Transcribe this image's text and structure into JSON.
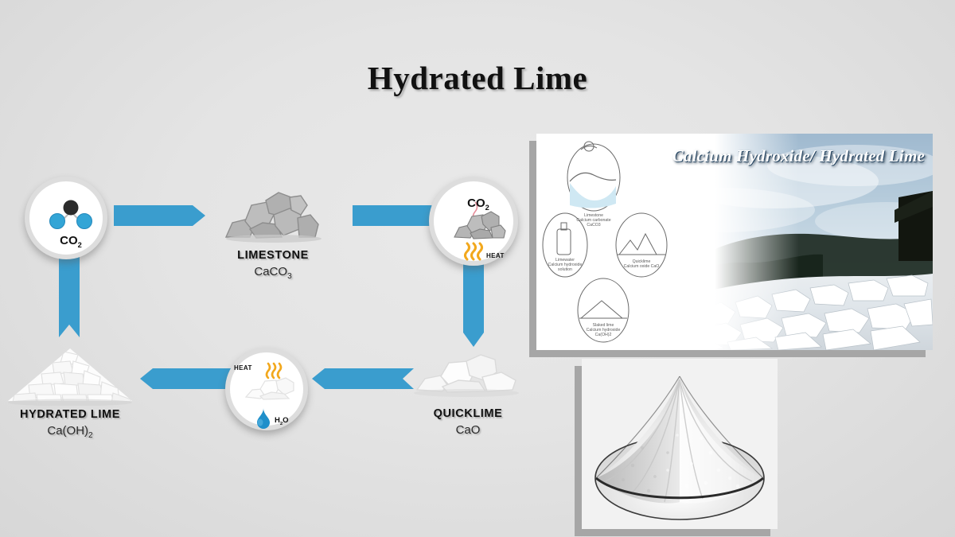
{
  "page": {
    "title": "Hydrated Lime",
    "background_color": "#e3e3e3",
    "accent_color": "#3a9dce"
  },
  "diagram": {
    "nodes": [
      {
        "id": "co2",
        "type": "circle",
        "label": "CO",
        "sub": "2",
        "icon": "co2-molecule-icon",
        "atom_colors": {
          "carbon": "#2b2b2b",
          "oxygen": "#33a5d6"
        }
      },
      {
        "id": "limestone",
        "type": "material",
        "name": "LIMESTONE",
        "formula": "CaCO",
        "formula_sub": "3",
        "icon": "gray-rocks-icon",
        "color": "#a8a8a8"
      },
      {
        "id": "calcination",
        "type": "circle",
        "label": "CO",
        "sub": "2",
        "heat_label": "HEAT",
        "icon": "kiln-heat-icon",
        "heat_color": "#f2a81d"
      },
      {
        "id": "quicklime",
        "type": "material",
        "name": "QUICKLIME",
        "formula": "CaO",
        "formula_sub": "",
        "icon": "white-rocks-icon",
        "color": "#f6f6f6"
      },
      {
        "id": "hydration",
        "type": "circle",
        "heat_label": "HEAT",
        "water_label": "H",
        "water_sub": "2",
        "water_label2": "O",
        "icon": "water-droplet-icon",
        "droplet_color": "#1f8fca"
      },
      {
        "id": "hydrated_lime",
        "type": "material",
        "name": "HYDRATED LIME",
        "formula": "Ca(OH)",
        "formula_sub": "2",
        "icon": "white-lime-pile-icon",
        "color": "#fbfbfb"
      }
    ],
    "arrows": [
      {
        "id": "co2-to-limestone",
        "direction": "right"
      },
      {
        "id": "limestone-to-calcination",
        "direction": "right"
      },
      {
        "id": "calcination-to-quicklime",
        "direction": "down"
      },
      {
        "id": "quicklime-to-hydration",
        "direction": "left"
      },
      {
        "id": "hydration-to-hydrated-lime",
        "direction": "left"
      },
      {
        "id": "co2-down",
        "direction": "down"
      }
    ]
  },
  "photos": {
    "banner": {
      "name": "calcium-hydroxide-banner-photo",
      "caption": "Calcium Hydroxide/ Hydrated Lime",
      "ovals": [
        {
          "line1": "Limestone",
          "line2": "Calcium carbonate",
          "line3": "CaCO3"
        },
        {
          "line1": "Limewater",
          "line2": "Calcium hydroxide",
          "line3": "solution"
        },
        {
          "line1": "Quicklime",
          "line2": "Calcium oxide CaO",
          "line3": ""
        },
        {
          "line1": "Slaked lime",
          "line2": "Calcium hydroxide",
          "line3": "Ca(OH)2"
        }
      ]
    },
    "powder": {
      "name": "lime-powder-pile-photo",
      "caption": ""
    }
  }
}
